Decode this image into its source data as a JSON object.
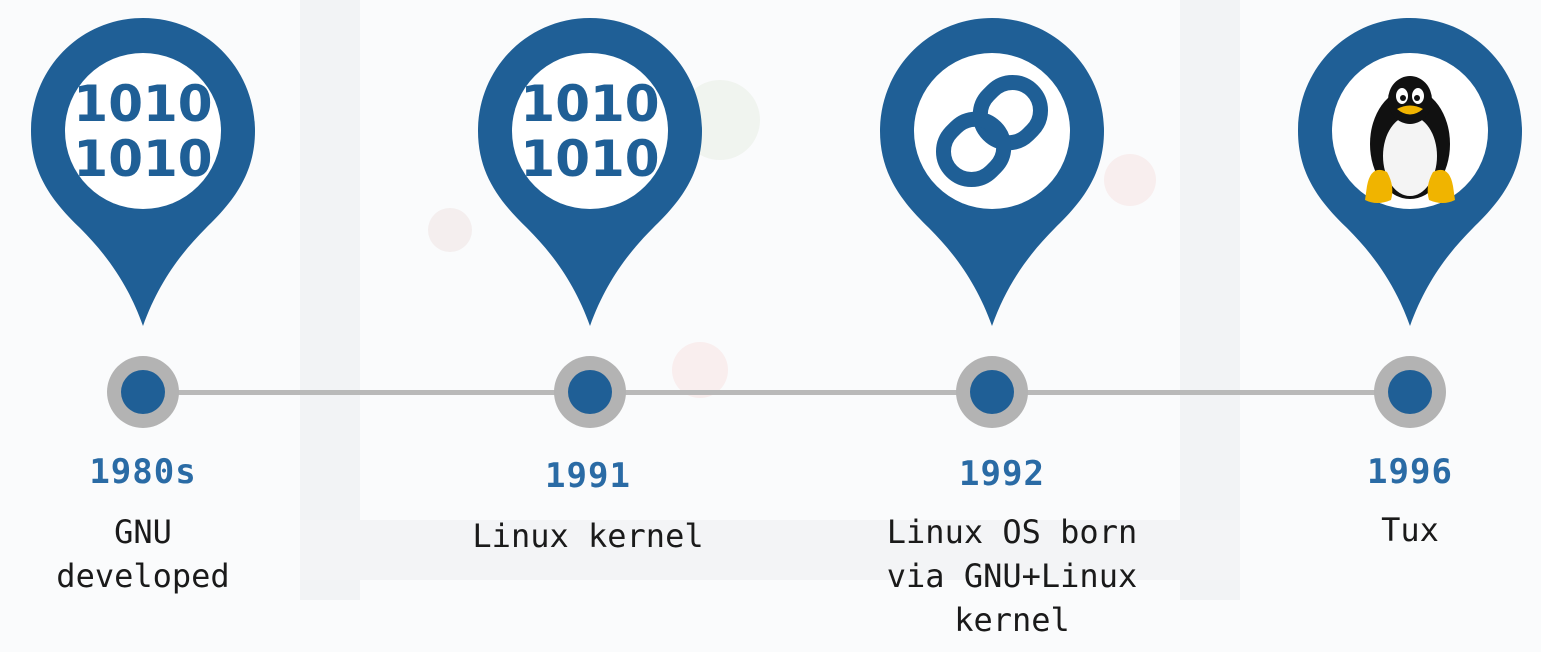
{
  "timeline": {
    "events": [
      {
        "year": "1980s",
        "description": "GNU\ndeveloped",
        "icon": "binary-icon"
      },
      {
        "year": "1991",
        "description": "Linux kernel",
        "icon": "binary-icon"
      },
      {
        "year": "1992",
        "description": "Linux OS born\nvia GNU+Linux\nkernel",
        "icon": "chain-link-icon"
      },
      {
        "year": "1996",
        "description": "Tux",
        "icon": "tux-penguin-icon"
      }
    ],
    "binary_text": [
      "1010",
      "1010"
    ]
  },
  "colors": {
    "pin_blue": "#1f5f96",
    "year_blue": "#2a6ba5",
    "line_gray": "#b9b9b9",
    "node_ring_gray": "#b3b3b3"
  }
}
